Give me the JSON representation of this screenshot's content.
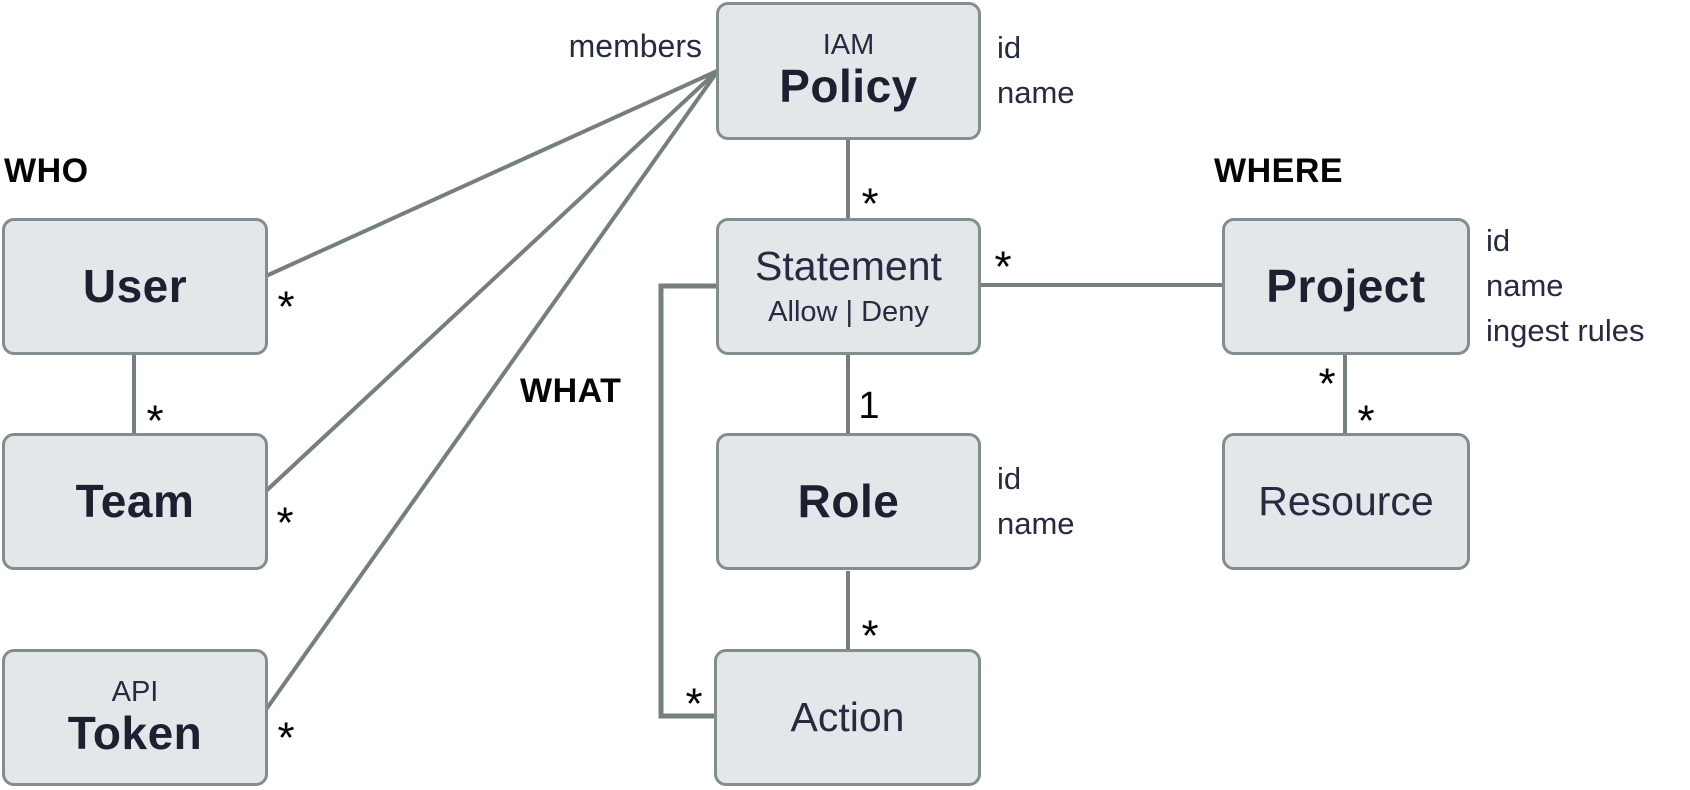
{
  "section_labels": {
    "who": "WHO",
    "what": "WHAT",
    "where": "WHERE"
  },
  "relationship_labels": {
    "members": "members"
  },
  "entities": {
    "policy": {
      "kicker": "IAM",
      "title": "Policy",
      "attributes": [
        "id",
        "name"
      ]
    },
    "user": {
      "title": "User"
    },
    "team": {
      "title": "Team"
    },
    "token": {
      "kicker": "API",
      "title": "Token"
    },
    "statement": {
      "title": "Statement",
      "subtitle": "Allow | Deny"
    },
    "role": {
      "title": "Role",
      "attributes": [
        "id",
        "name"
      ]
    },
    "action": {
      "title": "Action"
    },
    "project": {
      "title": "Project",
      "attributes": [
        "id",
        "name",
        "ingest rules"
      ]
    },
    "resource": {
      "title": "Resource"
    }
  },
  "cardinalities": {
    "policy_statement": "*",
    "statement_project": "*",
    "statement_role": "1",
    "role_action": "*",
    "statement_action": "*",
    "user_policy": "*",
    "team_policy": "*",
    "token_policy": "*",
    "user_team": "*",
    "project_resource_parent": "*",
    "project_resource_child": "*"
  },
  "colors": {
    "background": "#ffffff",
    "box_fill": "#e4e7e9",
    "box_border": "#828d8f",
    "connector": "#75807e",
    "entity_text": "#262b42",
    "label_text": "#050505"
  }
}
